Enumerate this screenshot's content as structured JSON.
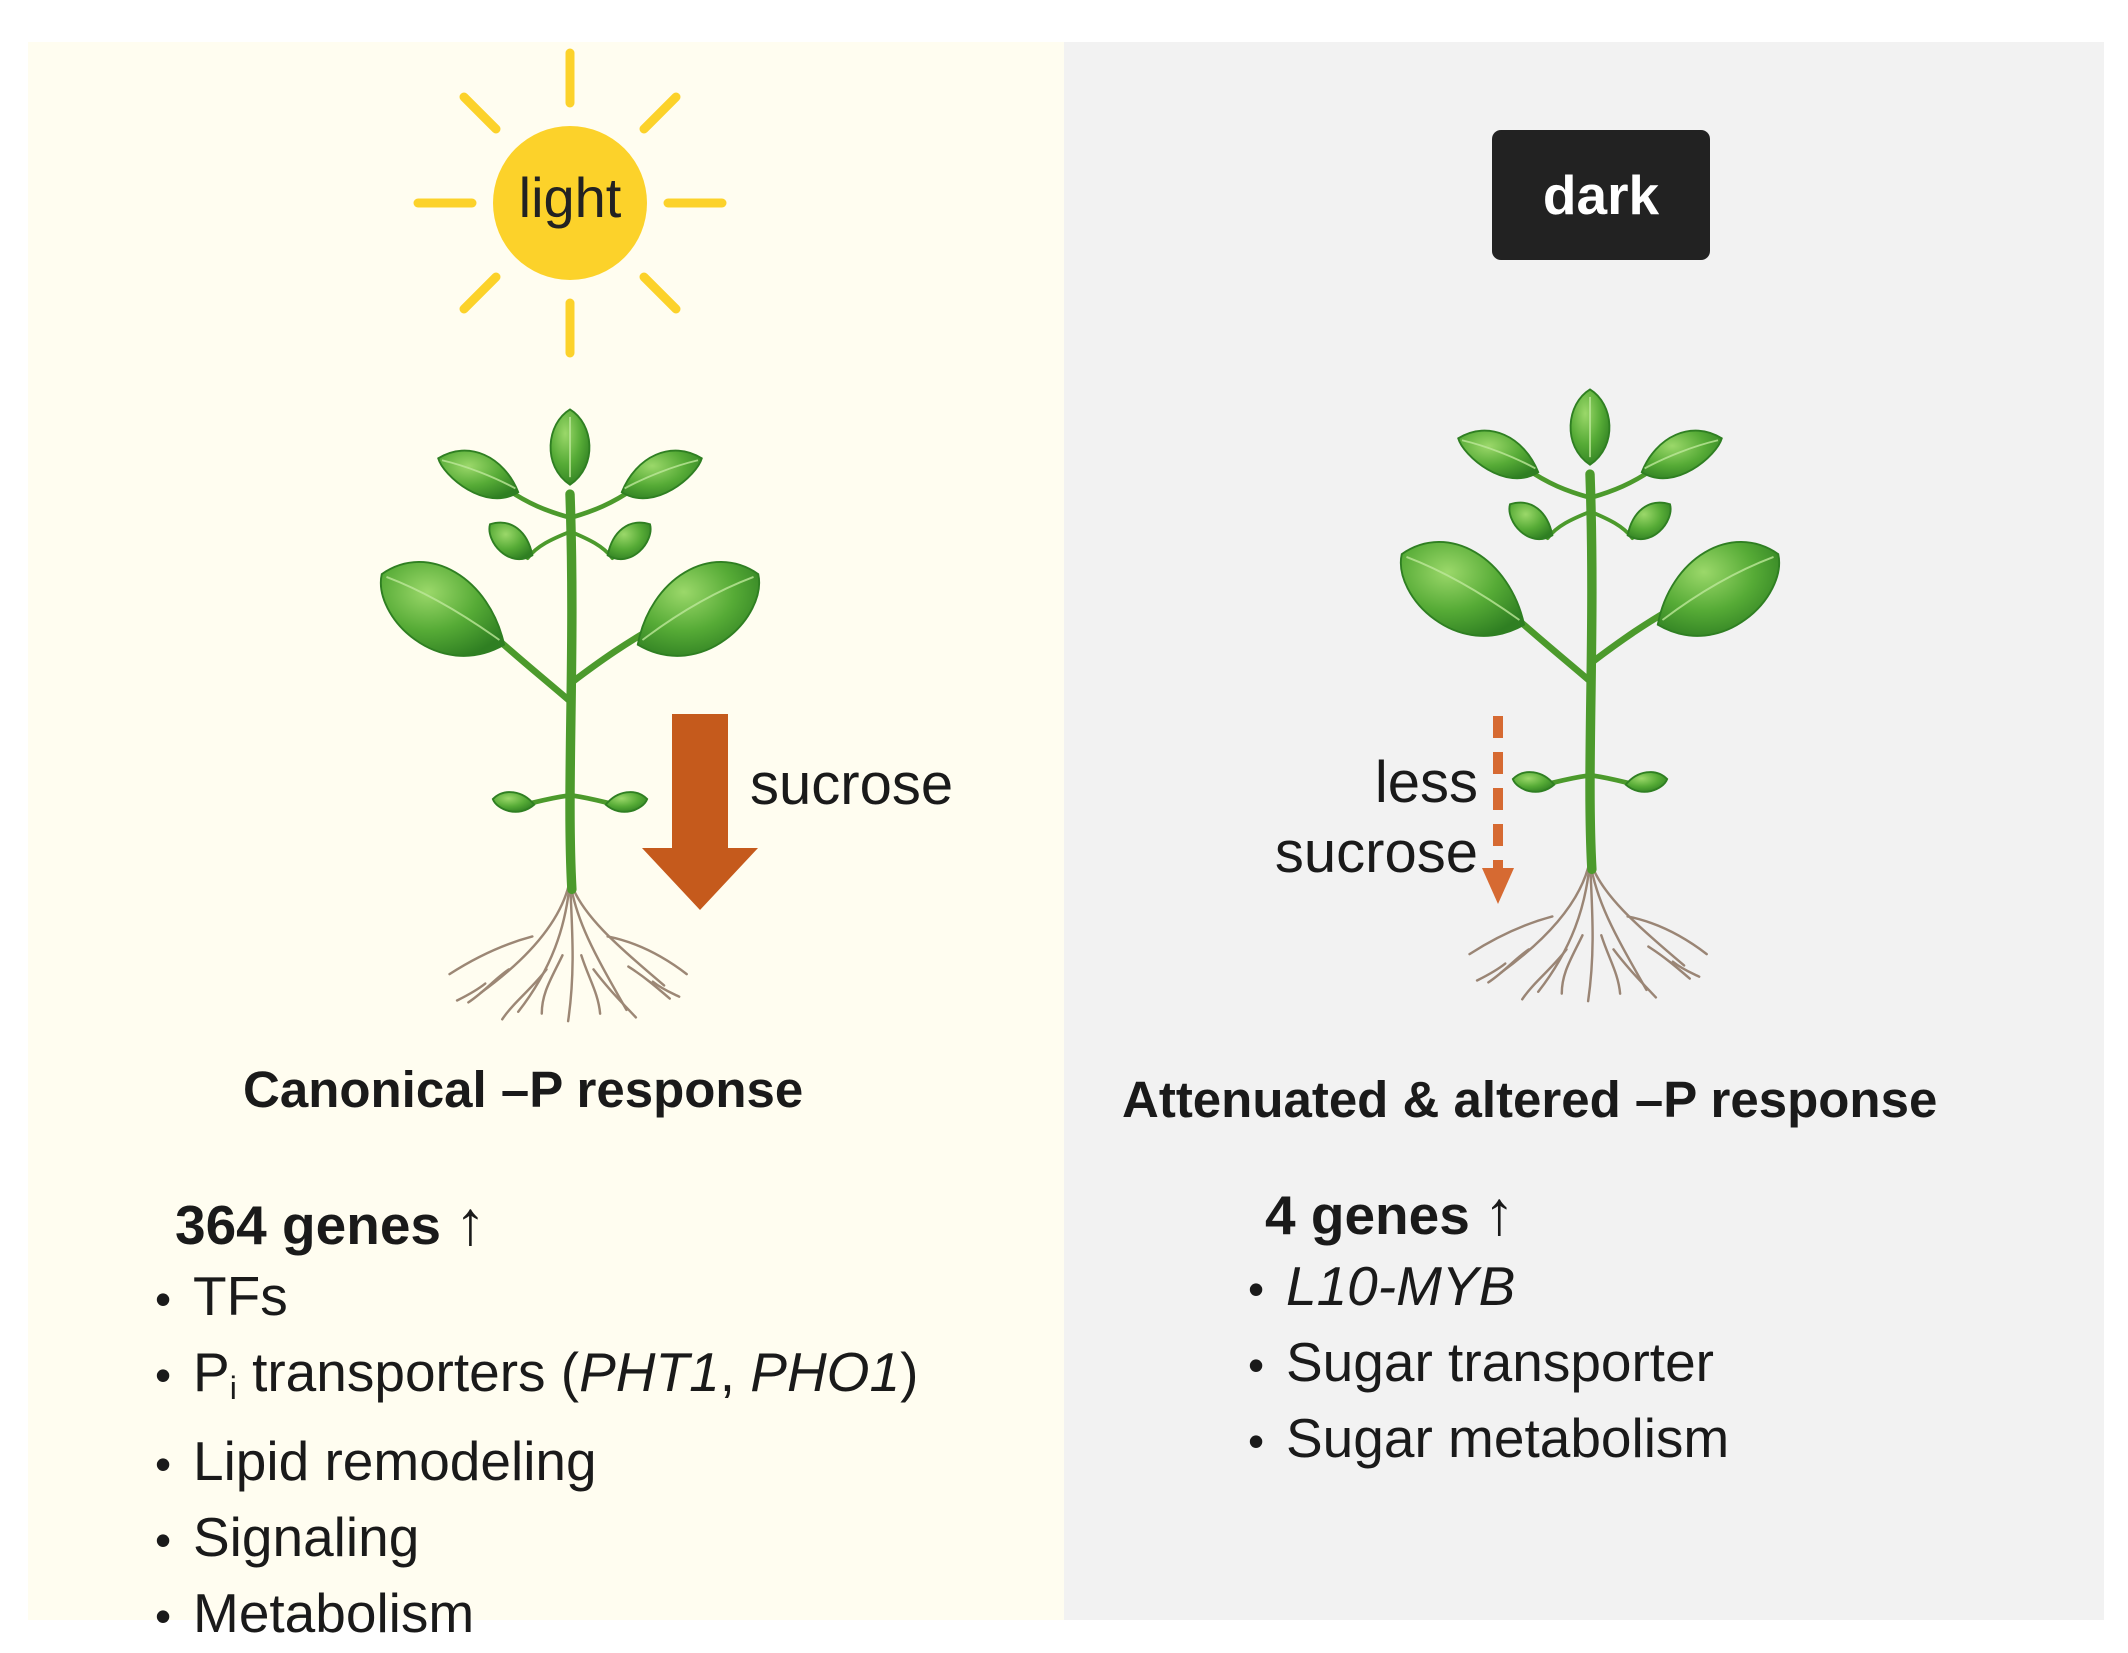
{
  "light": {
    "sun_label": "light",
    "flow_label": "sucrose",
    "heading": "Canonical –P response",
    "genes_count": "364 genes",
    "genes_arrow": "↑",
    "items": [
      {
        "text": "TFs"
      },
      {
        "prefix": "P",
        "subscript": "i",
        "text": " transporters (",
        "italic_1": "PHT1",
        "sep": ", ",
        "italic_2": "PHO1",
        "suffix": ")"
      },
      {
        "text": "Lipid remodeling"
      },
      {
        "text": "Signaling"
      },
      {
        "text": "Metabolism"
      }
    ]
  },
  "dark": {
    "badge_label": "dark",
    "flow_label_line1": "less",
    "flow_label_line2": "sucrose",
    "heading": "Attenuated & altered –P response",
    "genes_count": "4 genes",
    "genes_arrow": "↑",
    "items": [
      {
        "italic": "L10-MYB"
      },
      {
        "text": "Sugar transporter"
      },
      {
        "text": "Sugar metabolism"
      }
    ]
  },
  "bullet_char": "•",
  "colors": {
    "light_panel": "#fffdf0",
    "dark_panel": "#f2f2f2",
    "sun": "#fcd22a",
    "sucrose_arrow": "#c55a1c",
    "less_sucrose_arrow": "#d66a32",
    "leaf": "#4fa833",
    "stem": "#4c9a2c",
    "root": "#8b7360",
    "badge": "#222222"
  }
}
